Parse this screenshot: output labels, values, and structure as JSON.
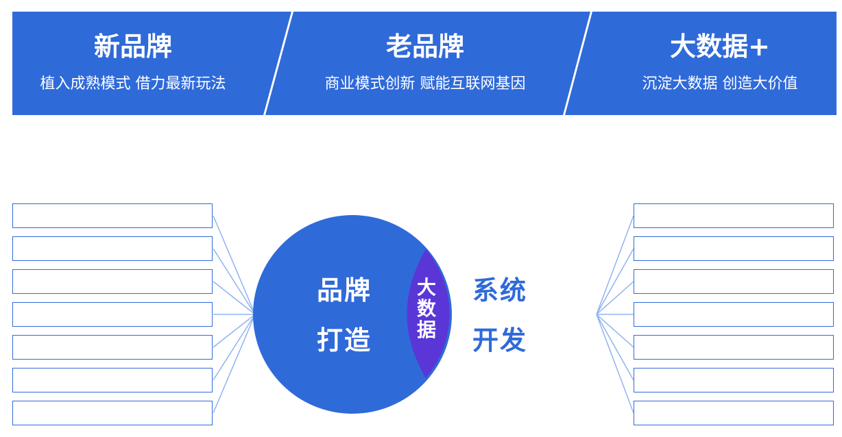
{
  "colors": {
    "banner_blue": "#2f6ad9",
    "circle_blue": "#2f6ad9",
    "lens_purple": "#5a36d6",
    "connector_blue": "#8fb3f0",
    "box_border": "#2f6ad9"
  },
  "banner": {
    "panels": [
      {
        "title": "新品牌",
        "subtitle": "植入成熟模式 借力最新玩法"
      },
      {
        "title": "老品牌",
        "subtitle": "商业模式创新 赋能互联网基因"
      },
      {
        "title": "大数据+",
        "subtitle": "沉淀大数据 创造大价值"
      }
    ]
  },
  "diagram": {
    "circle_label_line1": "品牌",
    "circle_label_line2": "打造",
    "lens_chars": [
      "大",
      "数",
      "据"
    ],
    "right_label_line1": "系统",
    "right_label_line2": "开发",
    "left_box_count": 7,
    "right_box_count": 7
  }
}
